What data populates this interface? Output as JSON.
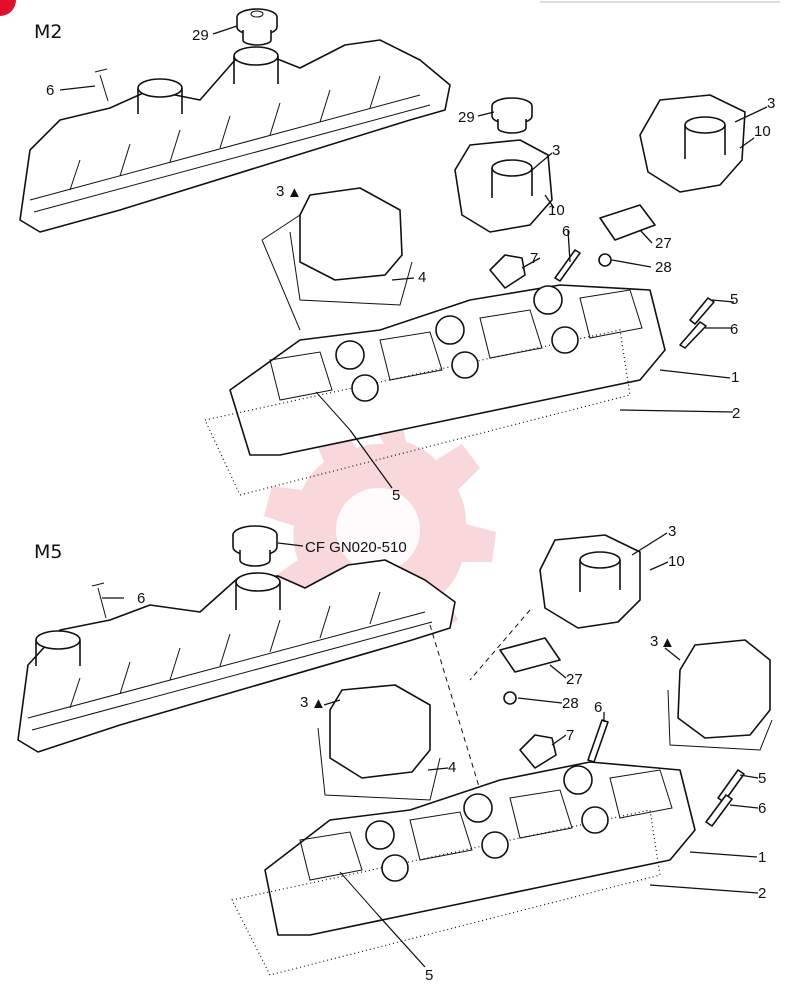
{
  "sections": {
    "top": {
      "title": "M2"
    },
    "bottom": {
      "title": "M5"
    }
  },
  "callouts": {
    "top": {
      "c29a": "29",
      "c6a": "6",
      "c29b": "29",
      "c3a": "3",
      "c10a": "10",
      "c3b": "3",
      "c10b": "10",
      "c3A": "3",
      "c3Asup": "▲",
      "c6b": "6",
      "c27": "27",
      "c7": "7",
      "c28": "28",
      "c4": "4",
      "c5a": "5",
      "c6c": "6",
      "c1": "1",
      "c2": "2",
      "c5b": "5"
    },
    "bottom": {
      "cf": "CF GN020-510",
      "c6a": "6",
      "c3a": "3",
      "c10": "10",
      "c27": "27",
      "c3A": "3",
      "c3Asup": "▲",
      "c28": "28",
      "c3B": "3",
      "c3Bsup": "▲",
      "c6b": "6",
      "c7": "7",
      "c4": "4",
      "c5a": "5",
      "c6c": "6",
      "c1": "1",
      "c2": "2",
      "c5b": "5"
    }
  },
  "icons": [
    "watermark-gear-icon"
  ]
}
